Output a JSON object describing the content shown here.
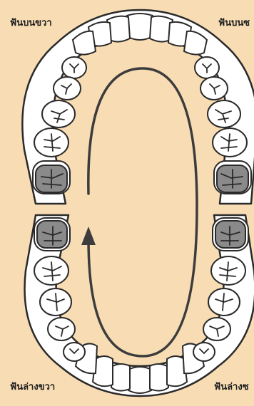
{
  "labels": {
    "upper_right": "ฟันบนขวา",
    "upper_left": "ฟันบนซ",
    "lower_right": "ฟันล่างขวา",
    "lower_left": "ฟันล่างซ"
  },
  "colors": {
    "background": "#f8dcb4",
    "gum": "#ffffff",
    "outline": "#2a2a2a",
    "highlighted_tooth": "#8a8a8a",
    "arrow": "#3c3c3c"
  },
  "upper_arch": {
    "teeth_count": 16,
    "highlighted_teeth": [
      "upper-right-back-molar",
      "upper-left-back-molar"
    ]
  },
  "lower_arch": {
    "teeth_count": 16,
    "highlighted_teeth": [
      "lower-right-back-molar",
      "lower-left-back-molar"
    ]
  },
  "brushing_path": {
    "direction": "clockwise-loop",
    "icon": "loop-arrow"
  }
}
